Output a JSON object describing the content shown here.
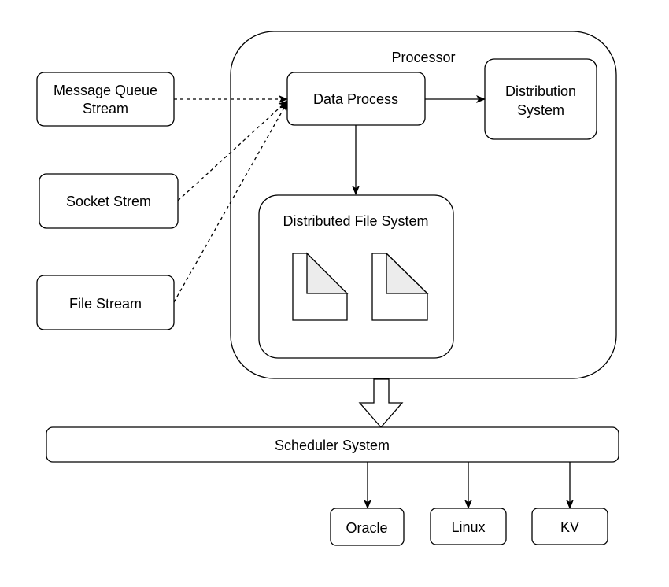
{
  "diagram": {
    "processor": {
      "label": "Processor"
    },
    "sources": {
      "message_queue": [
        "Message Queue",
        "Stream"
      ],
      "socket": "Socket Strem",
      "file": "File Stream"
    },
    "data_process": "Data Process",
    "distribution_system": [
      "Distribution",
      "System"
    ],
    "dfs": {
      "label": "Distributed File System",
      "icons": [
        "document-icon",
        "document-icon"
      ]
    },
    "scheduler": "Scheduler System",
    "targets": [
      "Oracle",
      "Linux",
      "KV"
    ]
  }
}
